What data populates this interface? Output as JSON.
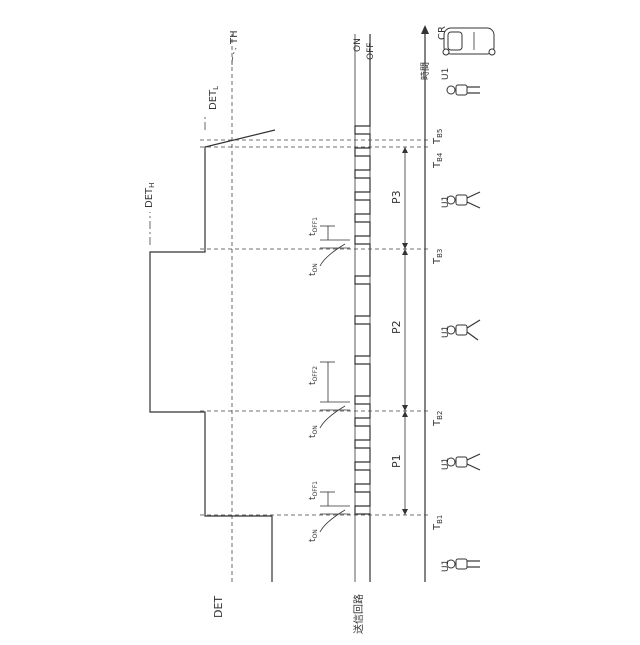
{
  "figure": {
    "det_label": "DET",
    "circuit_label": "送信回路",
    "th_label": "TH",
    "det_h_label": "DET",
    "det_h_sub": "H",
    "det_l_label": "DET",
    "det_l_sub": "L",
    "on_label": "ON",
    "off_label": "OFF",
    "time_label": "時間",
    "car_label": "CR",
    "user_label": "U1",
    "period_labels": [
      "P1",
      "P2",
      "P3"
    ],
    "t_label": "T",
    "tb_subs": [
      "B1",
      "B2",
      "B3",
      "B4",
      "B5"
    ],
    "t_small": "t",
    "t_on_sub": "ON",
    "t_off1_sub": "OFF1",
    "t_off2_sub": "OFF2"
  }
}
